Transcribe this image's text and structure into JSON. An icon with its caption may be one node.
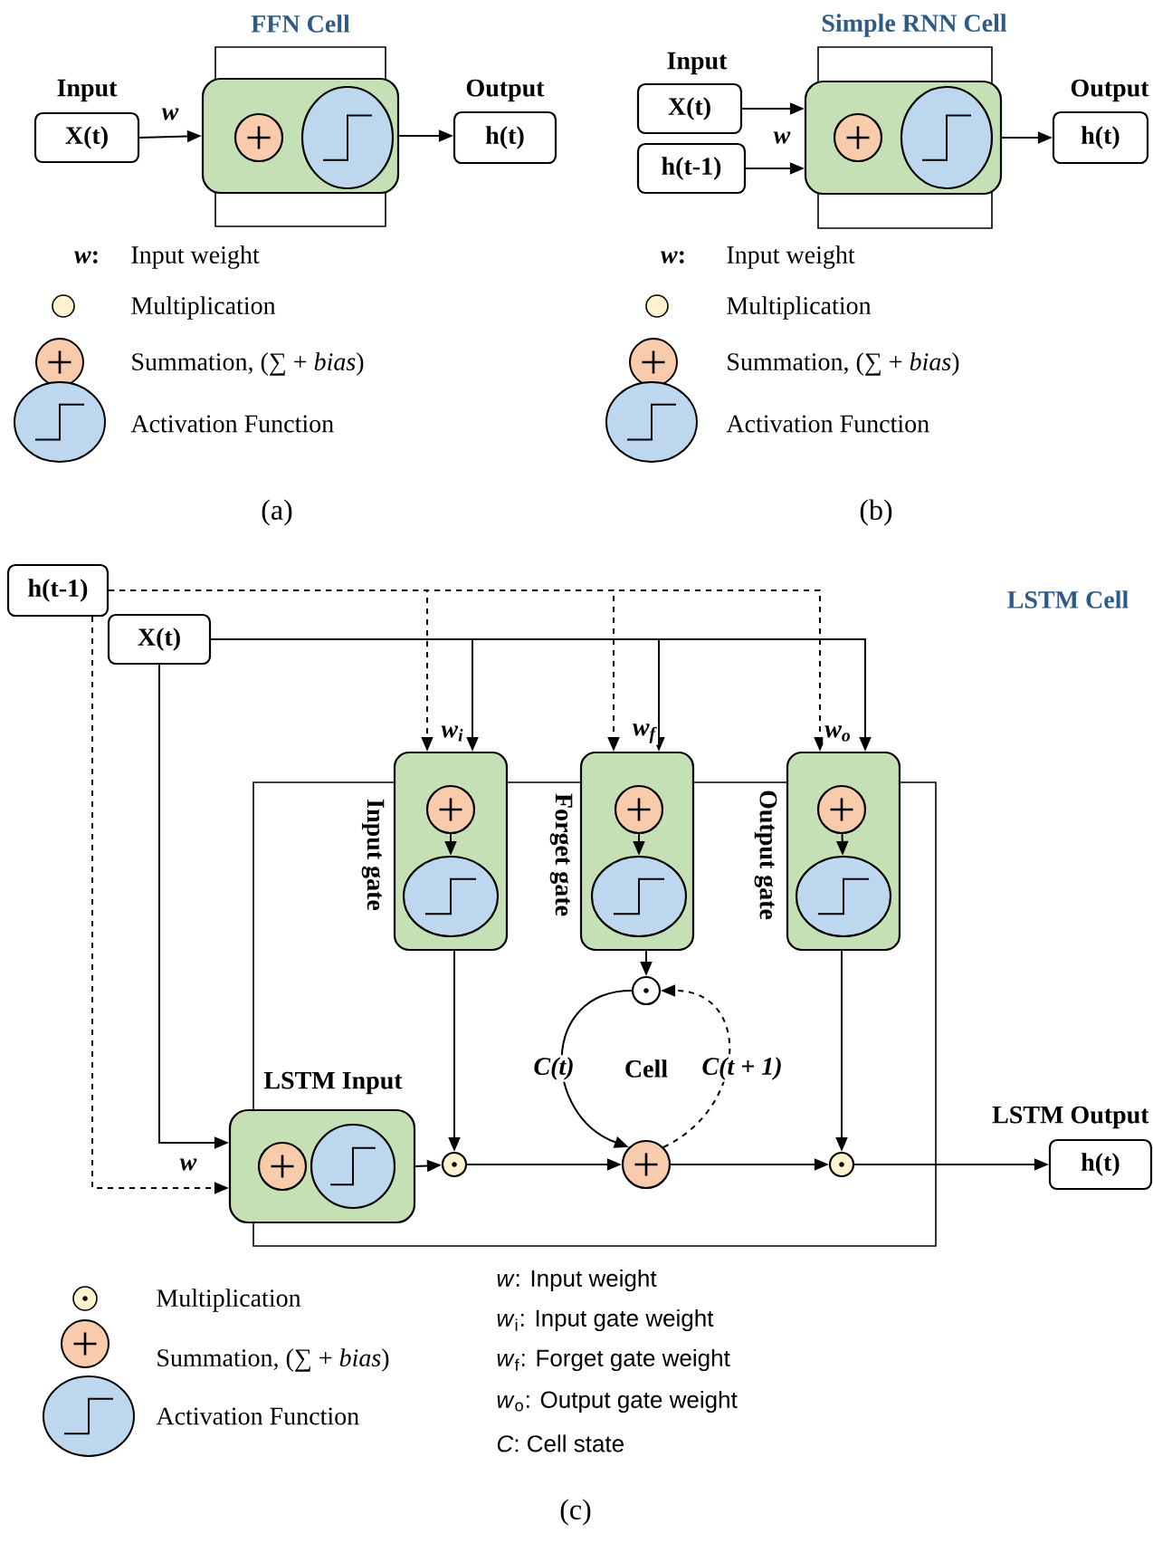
{
  "diagram": {
    "nodes": [
      {
        "text": [
          "Input",
          "X(t)"
        ]
      },
      {
        "text": [
          "FFN Cell"
        ]
      },
      {
        "text": [],
        "shape": "circle",
        "in": 1
      },
      {
        "text": [],
        "shape": "ellipse",
        "in": 1
      },
      {
        "text": [
          "Output",
          "h(t)"
        ]
      },
      {
        "text": [
          "Input",
          "X(t)"
        ]
      },
      {
        "text": [
          "h(t-1)"
        ]
      },
      {
        "text": [
          "Simple RNN Cell"
        ]
      },
      {
        "text": [],
        "shape": "circle",
        "in": 7
      },
      {
        "text": [],
        "shape": "ellipse",
        "in": 7
      },
      {
        "text": [
          "Output",
          "h(t)"
        ]
      },
      {
        "text": [
          "h(t-1)"
        ]
      },
      {
        "text": [
          "X(t)"
        ]
      },
      {
        "text": [],
        "shape": "box",
        "beside": [
          "Input gate"
        ]
      },
      {
        "text": [],
        "shape": "circle",
        "in": 13
      },
      {
        "text": [],
        "shape": "ellipse",
        "in": 13
      },
      {
        "text": [],
        "shape": "box",
        "beside": [
          "Forget gate"
        ]
      },
      {
        "text": [],
        "shape": "circle",
        "in": 16
      },
      {
        "text": [],
        "shape": "ellipse",
        "in": 16
      },
      {
        "text": [],
        "shape": "box",
        "beside": [
          "Output gate"
        ]
      },
      {
        "text": [],
        "shape": "circle",
        "in": 19
      },
      {
        "text": [],
        "shape": "ellipse",
        "in": 19
      },
      {
        "text": [
          "LSTM Input"
        ]
      },
      {
        "text": [],
        "shape": "circle",
        "in": 22
      },
      {
        "text": [],
        "shape": "ellipse",
        "in": 22
      },
      {
        "text": [],
        "shape": "circle"
      },
      {
        "text": [],
        "shape": "circle"
      },
      {
        "text": [],
        "shape": "circle"
      },
      {
        "text": [],
        "shape": "circle"
      },
      {
        "text": [
          "LSTM Output",
          "h(t)"
        ]
      }
    ],
    "edges": [
      {
        "from": 0,
        "to": 1,
        "arrow": "to",
        "label": "w"
      },
      {
        "from": 1,
        "to": 4,
        "arrow": "to"
      },
      {
        "from": 5,
        "to": 7,
        "arrow": "to"
      },
      {
        "from": 6,
        "to": 7,
        "arrow": "to",
        "label": "w"
      },
      {
        "from": 7,
        "to": 10,
        "arrow": "to"
      },
      {
        "from": 11,
        "to": 13,
        "arrow": "to",
        "style": "dashed",
        "label": "w$_{i}$"
      },
      {
        "from": 11,
        "to": 16,
        "arrow": "to",
        "style": "dashed",
        "label": "w$_{f}$"
      },
      {
        "from": 11,
        "to": 19,
        "arrow": "to",
        "style": "dashed",
        "label": "w$_{o}$"
      },
      {
        "from": 11,
        "to": 22,
        "arrow": "to",
        "style": "dashed",
        "label": "w"
      },
      {
        "from": 12,
        "to": 13,
        "arrow": "to"
      },
      {
        "from": 12,
        "to": 16,
        "arrow": "to"
      },
      {
        "from": 12,
        "to": 19,
        "arrow": "to"
      },
      {
        "from": 12,
        "to": 22,
        "arrow": "to"
      },
      {
        "from": 14,
        "to": 15,
        "arrow": "to"
      },
      {
        "from": 17,
        "to": 18,
        "arrow": "to"
      },
      {
        "from": 20,
        "to": 21,
        "arrow": "to"
      },
      {
        "from": 22,
        "to": 25,
        "arrow": "to"
      },
      {
        "from": 13,
        "to": 25,
        "arrow": "to"
      },
      {
        "from": 16,
        "to": 26,
        "arrow": "to"
      },
      {
        "from": 26,
        "to": 27,
        "arrow": "to",
        "label": "C(t)"
      },
      {
        "from": 27,
        "to": 26,
        "arrow": "to",
        "style": "dashed",
        "label": "C(t + 1)"
      },
      {
        "from": 25,
        "to": 27,
        "arrow": "to"
      },
      {
        "from": 27,
        "to": 28,
        "arrow": "to"
      },
      {
        "from": 19,
        "to": 28,
        "arrow": "to"
      },
      {
        "from": 28,
        "to": 29,
        "arrow": "to"
      }
    ],
    "labels": [
      "*w*:",
      "Input weight",
      "(a)",
      "*w*:",
      "Input weight",
      "(b)",
      "LSTM Cell",
      "Cell",
      "*w*: Input weight",
      "*w*$_{i}$: Input gate weight",
      "*w*$_{f}$: Forget gate weight",
      "*w*$_{o}$: Output gate weight",
      "*C*: Cell state",
      "(c)"
    ],
    "legend": [
      {
        "text": "Multiplication"
      },
      {
        "text": "Summation, (∑ + *bias*)"
      },
      {
        "text": "Activation Function"
      },
      {
        "text": "Multiplication"
      },
      {
        "text": "Summation, (∑ + *bias*)"
      },
      {
        "text": "Activation Function"
      },
      {
        "text": "Multiplication"
      },
      {
        "text": "Summation, (∑ + *bias*)"
      },
      {
        "text": "Activation Function"
      }
    ]
  }
}
